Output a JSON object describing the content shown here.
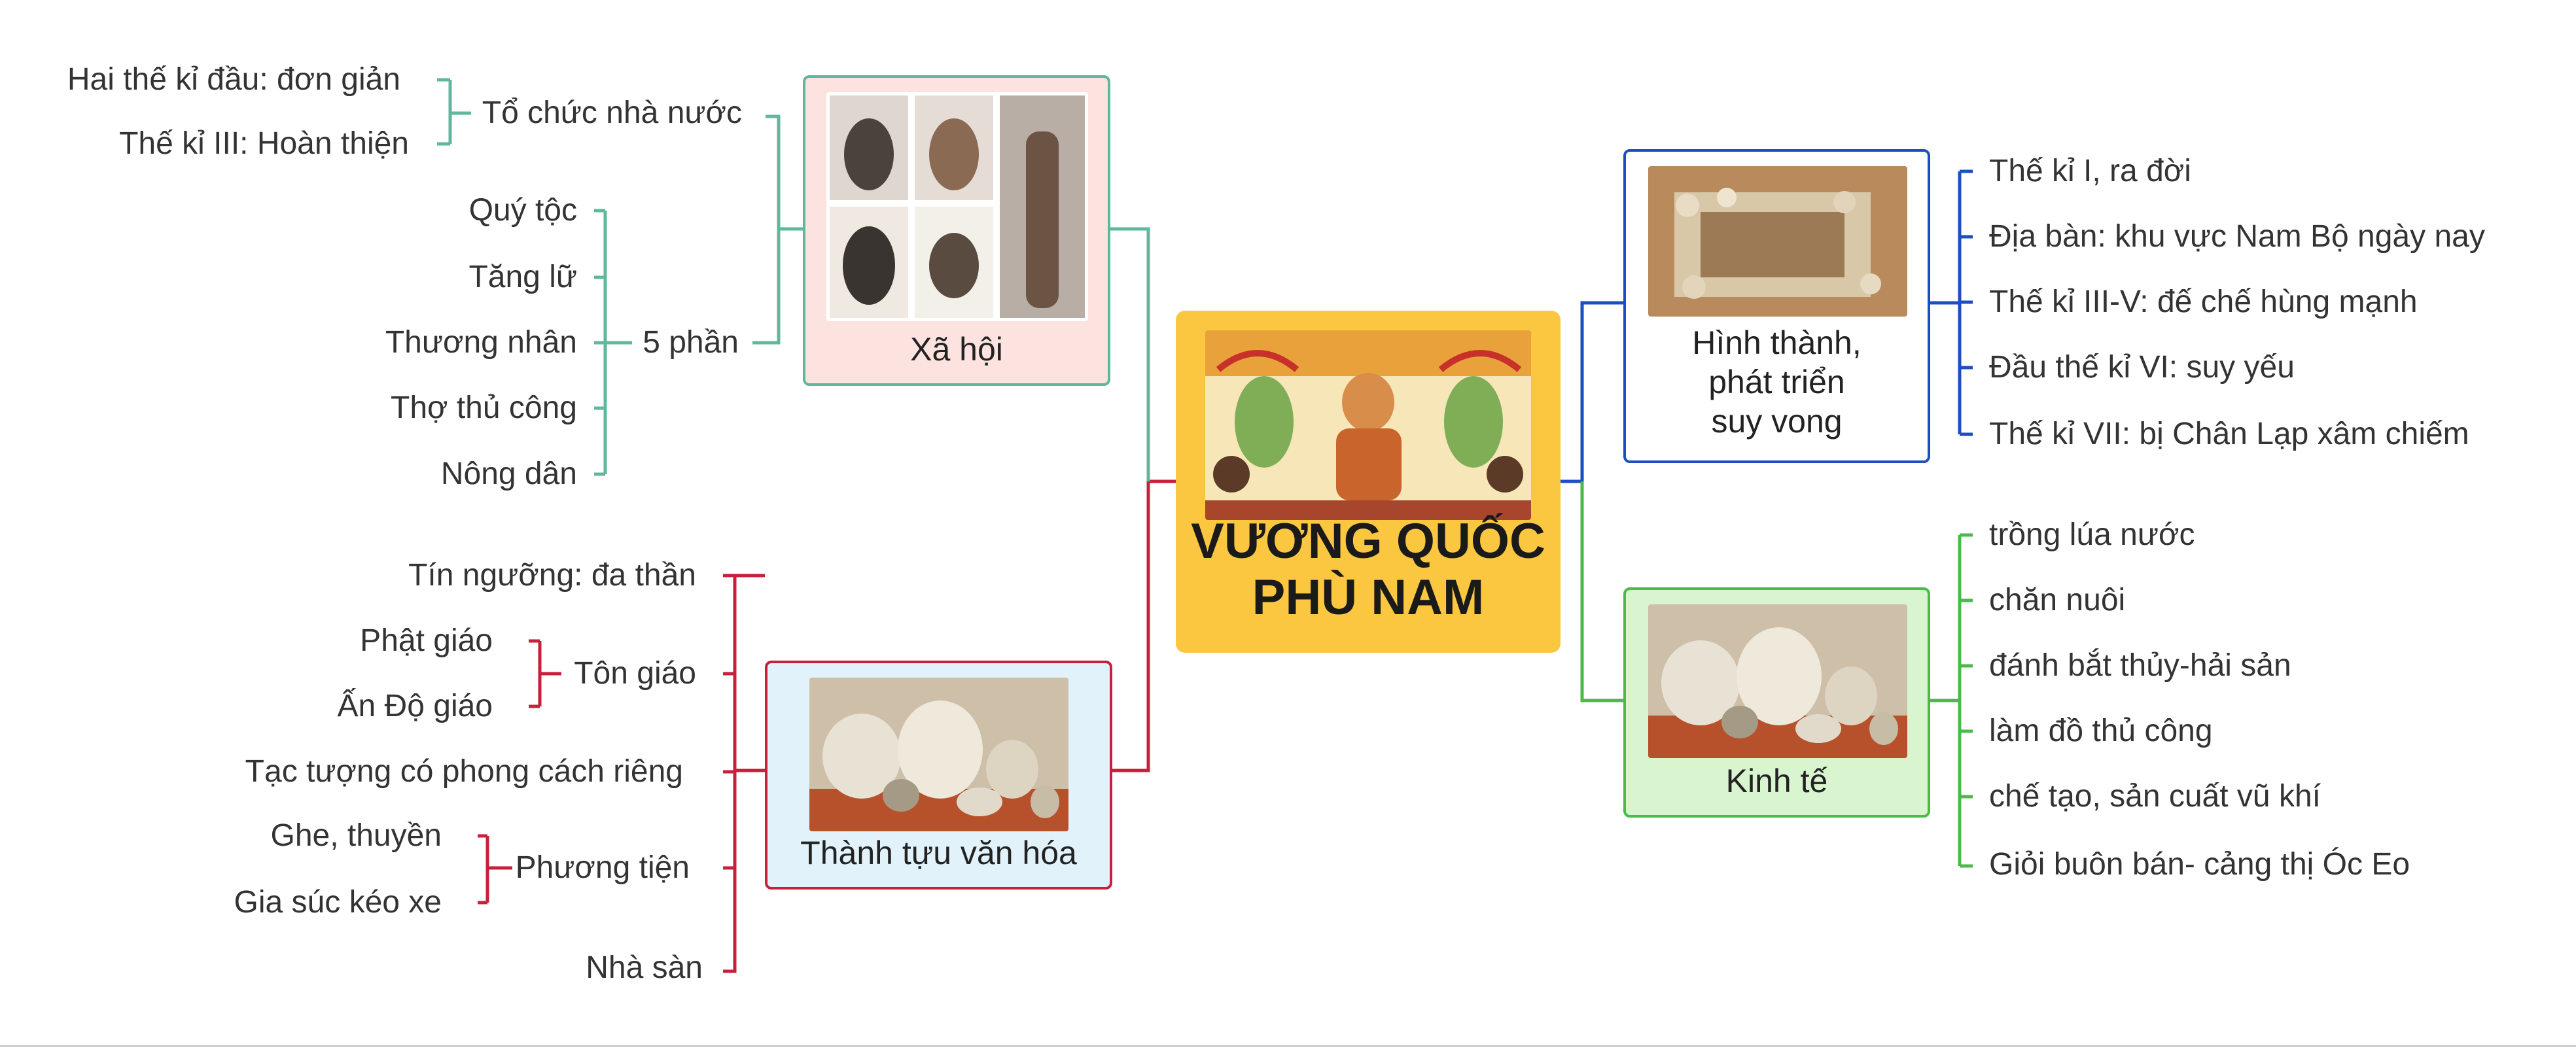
{
  "center": {
    "title": "VƯƠNG QUỐC PHÙ NAM",
    "image_icon": "royal-court-painting"
  },
  "nodes": {
    "xa_hoi": {
      "label": "Xã hội",
      "image_icon": "khmer-statues-photo",
      "border": "#5fb89c",
      "fill": "#fde3e0"
    },
    "van_hoa": {
      "label": "Thành tựu văn hóa",
      "image_icon": "pottery-photo",
      "border": "#c8203a",
      "fill": "#e2f2fb"
    },
    "hinh_thanh": {
      "label_lines": [
        "Hình thành,",
        "phát triển",
        "suy vong"
      ],
      "image_icon": "stone-ruins-photo",
      "border": "#1b4fbf",
      "fill": "#ffffff"
    },
    "kinh_te": {
      "label": "Kinh tế",
      "image_icon": "pottery-photo",
      "border": "#4cba48",
      "fill": "#d8f5d0"
    }
  },
  "xa_hoi": {
    "to_chuc": {
      "label": "Tổ chức nhà nước",
      "items": [
        "Hai thế kỉ đầu: đơn giản",
        "Thế kỉ III: Hoàn thiện"
      ]
    },
    "nam_phan": {
      "label": "5 phần",
      "items": [
        "Quý tộc",
        "Tăng lữ",
        "Thương nhân",
        "Thợ thủ công",
        "Nông dân"
      ]
    }
  },
  "van_hoa": {
    "tin_nguong": "Tín ngưỡng: đa thần",
    "ton_giao": {
      "label": "Tôn giáo",
      "items": [
        "Phật giáo",
        "Ấn Độ giáo"
      ]
    },
    "tac_tuong": "Tạc tượng có phong cách riêng",
    "phuong_tien": {
      "label": "Phương tiện",
      "items": [
        "Ghe, thuyền",
        "Gia súc kéo xe"
      ]
    },
    "nha_san": "Nhà sàn"
  },
  "hinh_thanh": {
    "items": [
      "Thế kỉ I, ra đời",
      "Địa bàn: khu vực Nam Bộ ngày nay",
      "Thế kỉ III-V: đế chế hùng mạnh",
      "Đầu thế kỉ VI: suy yếu",
      "Thế kỉ VII: bị Chân Lạp xâm chiếm"
    ]
  },
  "kinh_te": {
    "items": [
      "trồng lúa nước",
      "chăn nuôi",
      "đánh bắt thủy-hải sản",
      "làm đồ thủ công",
      "chế tạo, sản cuất vũ khí",
      "Giỏi buôn bán- cảng thị Óc Eo"
    ]
  }
}
